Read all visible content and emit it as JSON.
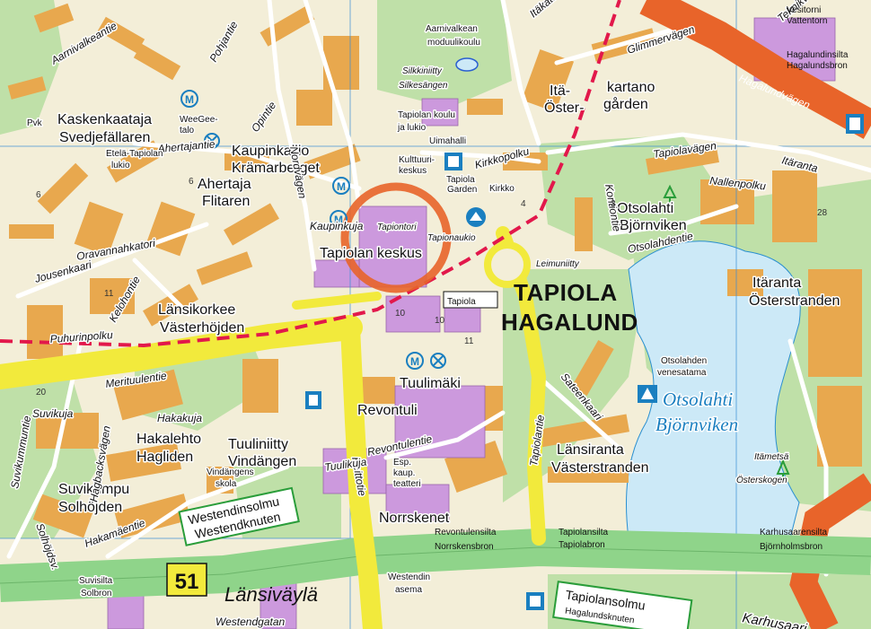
{
  "map": {
    "area_title": [
      "TAPIOLA",
      "HAGALUND"
    ],
    "highway_number": "51",
    "districts": [
      {
        "text": "Kaskenkaataja"
      },
      {
        "text": "Svedjefällaren"
      },
      {
        "text": "Kaupinkallio"
      },
      {
        "text": "Krämarberget"
      },
      {
        "text": "Ahertaja"
      },
      {
        "text": "Flitaren"
      },
      {
        "text": "Tapiolan keskus"
      },
      {
        "text": "Otsolahti"
      },
      {
        "text": "Björnviken"
      },
      {
        "text": "Itäranta"
      },
      {
        "text": "Österstranden"
      },
      {
        "text": "Länsikorkee"
      },
      {
        "text": "Västerhöjden"
      },
      {
        "text": "Tuulimäki"
      },
      {
        "text": "Revontuli"
      },
      {
        "text": "Hakalehto"
      },
      {
        "text": "Hagliden"
      },
      {
        "text": "Tuuliniitty"
      },
      {
        "text": "Vindängen"
      },
      {
        "text": "Suvikumpu"
      },
      {
        "text": "Solhöjden"
      },
      {
        "text": "Länsiranta"
      },
      {
        "text": "Västerstranden"
      },
      {
        "text": "Norrskenet"
      },
      {
        "text": "Itä-"
      },
      {
        "text": "Öster-"
      },
      {
        "text": "kartano"
      },
      {
        "text": "gården"
      }
    ],
    "streets": [
      {
        "text": "Merituulentie"
      },
      {
        "text": "Länsiväylä"
      },
      {
        "text": "Westendgatan"
      },
      {
        "text": "Tapiolantie"
      },
      {
        "text": "Heittotie"
      },
      {
        "text": "Hagalundvägen"
      },
      {
        "text": "Tapiolavägen"
      },
      {
        "text": "Nallenpolku"
      },
      {
        "text": "Otsolahdentie"
      },
      {
        "text": "Itäranta"
      },
      {
        "text": "Jousenkaari"
      },
      {
        "text": "Oravannahkatori"
      },
      {
        "text": "Kelohontie"
      },
      {
        "text": "Ahertajantie"
      },
      {
        "text": "Nordvägen"
      },
      {
        "text": "Kaupinkuja"
      },
      {
        "text": "Revontulentie"
      },
      {
        "text": "Suvikummuntie"
      },
      {
        "text": "Hakamäentie"
      },
      {
        "text": "Hagbacksvägen"
      },
      {
        "text": "Solhöjdsv."
      },
      {
        "text": "Puhurinpolku"
      },
      {
        "text": "Sateenkaari"
      },
      {
        "text": "Kontiontie"
      },
      {
        "text": "Tuulikuja"
      },
      {
        "text": "Hakakuja"
      },
      {
        "text": "Suvikuja"
      },
      {
        "text": "Aarnivalkeantie"
      },
      {
        "text": "Pohjantie"
      },
      {
        "text": "Opintie"
      },
      {
        "text": "Kirkkopolku"
      },
      {
        "text": "Glimmervägen"
      },
      {
        "text": "Itäkatu"
      },
      {
        "text": "Teknikvägen"
      }
    ],
    "small_labels": [
      {
        "text": "Kulttuuri-"
      },
      {
        "text": "keskus"
      },
      {
        "text": "Uimahalli"
      },
      {
        "text": "Tapiolan koulu"
      },
      {
        "text": "ja lukio"
      },
      {
        "text": "Kirkko"
      },
      {
        "text": "Tapiola"
      },
      {
        "text": "Garden"
      },
      {
        "text": "Silkkiniitty"
      },
      {
        "text": "Silkesängen"
      },
      {
        "text": "Aarnivalkean"
      },
      {
        "text": "moduulikoulu"
      },
      {
        "text": "Etelä-Tapiolan"
      },
      {
        "text": "lukio"
      },
      {
        "text": "Leimuniitty"
      },
      {
        "text": "Otsolahden"
      },
      {
        "text": "venesatama"
      },
      {
        "text": "Itämetsä"
      },
      {
        "text": "Östersk­ogen"
      },
      {
        "text": "Vindängens"
      },
      {
        "text": "skola"
      },
      {
        "text": "Esp."
      },
      {
        "text": "kaup."
      },
      {
        "text": "teatteri"
      },
      {
        "text": "Westendinsolmu"
      },
      {
        "text": "Westendknuten"
      },
      {
        "text": "Tapiolansolmu"
      },
      {
        "text": "Hagalundsknuten"
      },
      {
        "text": "Revontulensilta"
      },
      {
        "text": "Norrskensbron"
      },
      {
        "text": "Tapiolansilta"
      },
      {
        "text": "Tapiolabron"
      },
      {
        "text": "Karhusaarensilta"
      },
      {
        "text": "Björnholmsbron"
      },
      {
        "text": "Suvisilta"
      },
      {
        "text": "Solbron"
      },
      {
        "text": "Vesitorni"
      },
      {
        "text": "Vattentorn"
      },
      {
        "text": "Hagalundinsilta"
      },
      {
        "text": "Hagalundsbron"
      },
      {
        "text": "Pvk"
      },
      {
        "text": "WeeGee-"
      },
      {
        "text": "talo"
      },
      {
        "text": "Tapiola"
      },
      {
        "text": "Tapiontori"
      },
      {
        "text": "Tapionaukio"
      },
      {
        "text": "Westendin"
      },
      {
        "text": "asema"
      },
      {
        "text": "Karhusaari"
      }
    ],
    "colors": {
      "background": "#f3eed8",
      "residential": "#e8a84e",
      "commercial": "#cc99dd",
      "green": "#bfe0a8",
      "water": "#cce9f7",
      "motorway": "#8fd48a",
      "major_road": "#f2ea3c",
      "red_arterial": "#e8642a",
      "rail_dash": "#e2184b",
      "highlight_ring": "#e8642a"
    },
    "icons": [
      "metro-icon",
      "tree-icon",
      "church-icon",
      "harbour-icon",
      "museum-icon",
      "swimming-icon",
      "pond-icon"
    ]
  }
}
